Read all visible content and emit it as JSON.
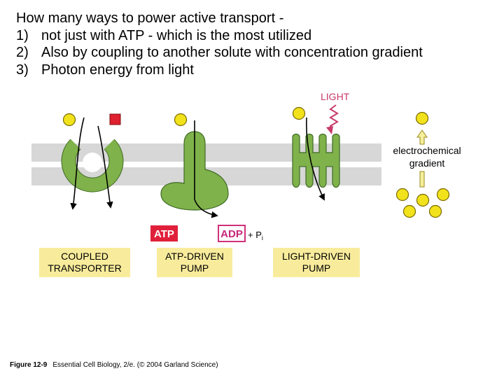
{
  "heading": {
    "title": "How many ways to power active transport -",
    "items": [
      {
        "num": "1)",
        "text": "not just with ATP - which is the most utilized"
      },
      {
        "num": "2)",
        "text": "Also by coupling to another solute with concentration gradient"
      },
      {
        "num": "3)",
        "text": "Photon energy from light"
      }
    ]
  },
  "diagram": {
    "light_label": "LIGHT",
    "gradient_label_line1": "electrochemical",
    "gradient_label_line2": "gradient",
    "atp_label": "ATP",
    "adp_label": "ADP",
    "pi_label": "+ P",
    "pi_subscript": "i",
    "coupled_line1": "COUPLED",
    "coupled_line2": "TRANSPORTER",
    "atp_pump_line1": "ATP-DRIVEN",
    "atp_pump_line2": "PUMP",
    "light_pump_line1": "LIGHT-DRIVEN",
    "light_pump_line2": "PUMP"
  },
  "caption": {
    "figure": "Figure 12-9",
    "text": "Essential Cell Biology, 2/e. (© 2004 Garland Science)"
  },
  "colors": {
    "membrane": "#d7d7d7",
    "protein": "#7fb24a",
    "protein_outline": "#3f6a25",
    "solute": "#f2e21c",
    "solute_outline": "#7a6a00",
    "red_solute": "#e0202e",
    "atp_box": "#e0203a",
    "adp_box_outline": "#d0307a",
    "adp_text": "#c8287a",
    "label_box": "#f8ec9c",
    "light_text": "#c83a6a"
  }
}
